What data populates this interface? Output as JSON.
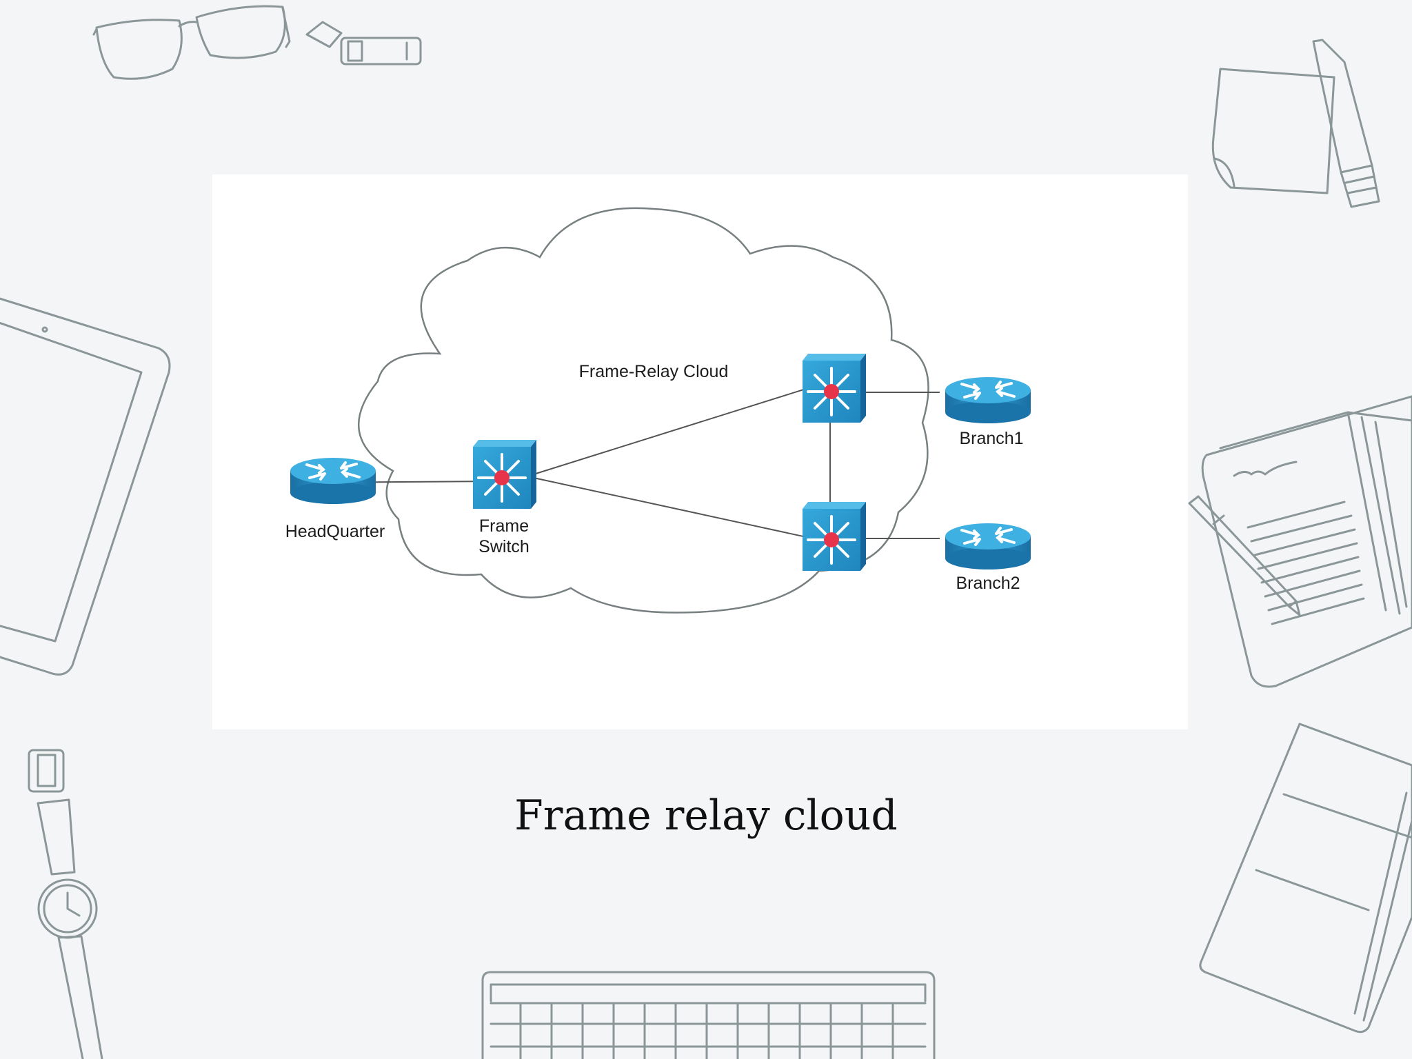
{
  "slide": {
    "caption": "Frame relay cloud"
  },
  "diagram": {
    "cloud_label": "Frame-Relay Cloud",
    "nodes": {
      "headquarter": {
        "label": "HeadQuarter",
        "type": "router"
      },
      "frame_switch": {
        "label_line1": "Frame",
        "label_line2": "Switch",
        "type": "switch"
      },
      "switch_top": {
        "type": "switch"
      },
      "switch_bottom": {
        "type": "switch"
      },
      "branch1": {
        "label": "Branch1",
        "type": "router"
      },
      "branch2": {
        "label": "Branch2",
        "type": "router"
      }
    },
    "links": [
      [
        "headquarter",
        "frame_switch"
      ],
      [
        "frame_switch",
        "switch_top"
      ],
      [
        "frame_switch",
        "switch_bottom"
      ],
      [
        "switch_top",
        "switch_bottom"
      ],
      [
        "switch_top",
        "branch1"
      ],
      [
        "switch_bottom",
        "branch2"
      ]
    ]
  },
  "colors": {
    "background": "#f3f5f7",
    "device_blue": "#2d9bcf",
    "device_dark": "#1678ad",
    "hub_red": "#e8344a",
    "sketch_gray": "#8a9698"
  },
  "decorations": [
    "glasses-icon",
    "usb-drive-icon",
    "sticky-note-icon",
    "marker-icon",
    "tablet-icon",
    "notebook-icon",
    "pen-icon",
    "wristwatch-icon",
    "keyboard-icon",
    "book-icon"
  ]
}
